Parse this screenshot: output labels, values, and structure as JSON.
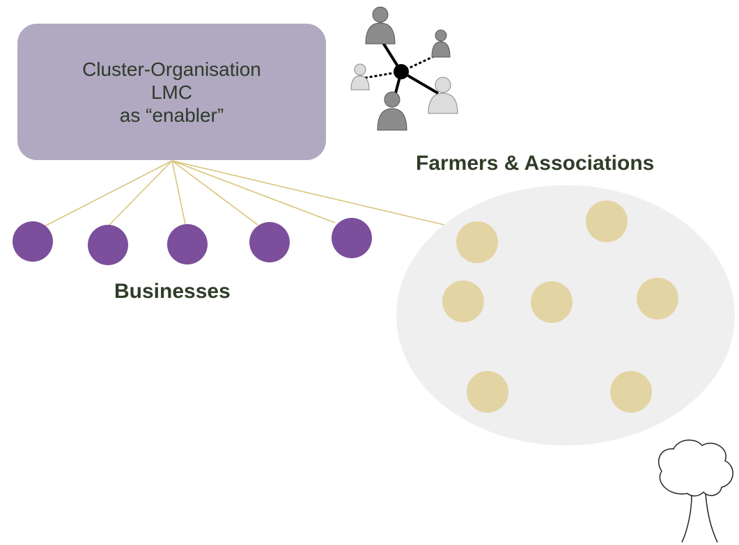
{
  "cluster": {
    "line1": "Cluster-Organisation",
    "line2": "LMC",
    "line3": "as “enabler”"
  },
  "labels": {
    "farmers": "Farmers & Associations",
    "businesses": "Businesses"
  },
  "colors": {
    "cluster_box": "#b1a8c1",
    "business_node": "#7b4f9b",
    "farmer_node": "#e3d4a4",
    "farmer_cluster": "#efefef",
    "connector_line": "#d9c47a",
    "heading_text": "#2f3d27"
  },
  "icons": {
    "network": "people-network-icon",
    "tree": "tree-outline-icon"
  }
}
